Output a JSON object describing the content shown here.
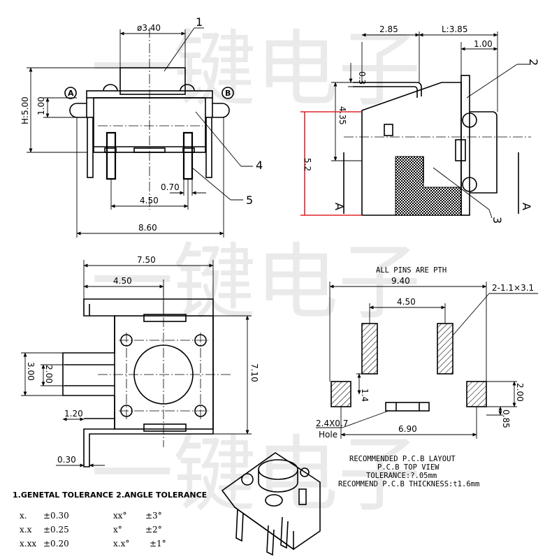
{
  "watermark": "一键电子",
  "front_view": {
    "dia": "ø3.40",
    "height": "H:5.00",
    "offset": "1.00",
    "pin_w": "0.70",
    "pitch": "4.50",
    "width": "8.60",
    "marker_a": "A",
    "marker_b": "B",
    "balloon_1": "1",
    "balloon_4": "4",
    "balloon_5": "5"
  },
  "side_view": {
    "d1": "2.85",
    "d2": "L:3.85",
    "d3": "1.00",
    "d4": "0.3",
    "d5": "4.35",
    "d6": "5.2",
    "section_left": "A",
    "section_right": "A",
    "balloon_2": "2",
    "balloon_3": "3"
  },
  "bottom_view": {
    "w": "7.50",
    "half": "4.50",
    "h": "7.10",
    "d1": "3.00",
    "d2": "2.00",
    "d3": "1.20",
    "d4": "0.30"
  },
  "pcb": {
    "header": "ALL PINS ARE PTH",
    "w": "9.40",
    "pitch": "4.50",
    "pad": "2-1.1×3.1",
    "d1": "1.4",
    "d2": "2.00",
    "d3": "0.85",
    "d4": "6.90",
    "hole_size": "2.4X0.7",
    "hole_label": "Hole",
    "notes": [
      "RECOMMENDED  P.C.B LAYOUT",
      "P.C.B TOP VIEW",
      "TOLERANCE:?.05mm",
      "RECOMMEND   P.C.B THICKNESS:t1.6mm"
    ]
  },
  "tolerance": {
    "heading": "1.GENETAL TOLERANCE  2.ANGLE TOLERANCE",
    "rows": [
      {
        "a": "x.",
        "b": "±0.30",
        "c": "xx°",
        "d": "±3°"
      },
      {
        "a": "x.x",
        "b": "±0.25",
        "c": "x°",
        "d": "±2°"
      },
      {
        "a": "x.xx",
        "b": "±0.20",
        "c": "x.x°",
        "d": "±1°"
      }
    ]
  }
}
